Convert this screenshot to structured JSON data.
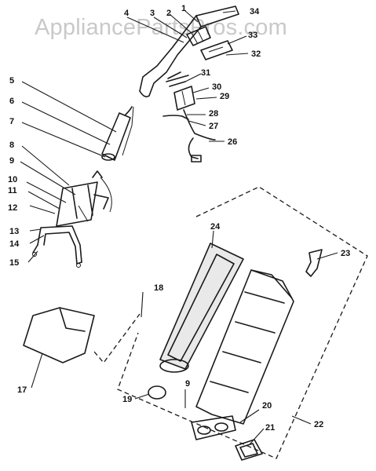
{
  "watermark": "AppliancePartsPros.com",
  "callouts": [
    {
      "id": "1",
      "label": "1"
    },
    {
      "id": "2",
      "label": "2"
    },
    {
      "id": "3",
      "label": "3"
    },
    {
      "id": "4",
      "label": "4"
    },
    {
      "id": "5",
      "label": "5"
    },
    {
      "id": "6",
      "label": "6"
    },
    {
      "id": "7",
      "label": "7"
    },
    {
      "id": "8",
      "label": "8"
    },
    {
      "id": "9",
      "label": "9"
    },
    {
      "id": "9b",
      "label": "9"
    },
    {
      "id": "10",
      "label": "10"
    },
    {
      "id": "11",
      "label": "11"
    },
    {
      "id": "12",
      "label": "12"
    },
    {
      "id": "13",
      "label": "13"
    },
    {
      "id": "14",
      "label": "14"
    },
    {
      "id": "15",
      "label": "15"
    },
    {
      "id": "17",
      "label": "17"
    },
    {
      "id": "18",
      "label": "18"
    },
    {
      "id": "19",
      "label": "19"
    },
    {
      "id": "20",
      "label": "20"
    },
    {
      "id": "21",
      "label": "21"
    },
    {
      "id": "22",
      "label": "22"
    },
    {
      "id": "23",
      "label": "23"
    },
    {
      "id": "24",
      "label": "24"
    },
    {
      "id": "26",
      "label": "26"
    },
    {
      "id": "27",
      "label": "27"
    },
    {
      "id": "28",
      "label": "28"
    },
    {
      "id": "29",
      "label": "29"
    },
    {
      "id": "30",
      "label": "30"
    },
    {
      "id": "31",
      "label": "31"
    },
    {
      "id": "32",
      "label": "32"
    },
    {
      "id": "33",
      "label": "33"
    },
    {
      "id": "34",
      "label": "34"
    }
  ]
}
